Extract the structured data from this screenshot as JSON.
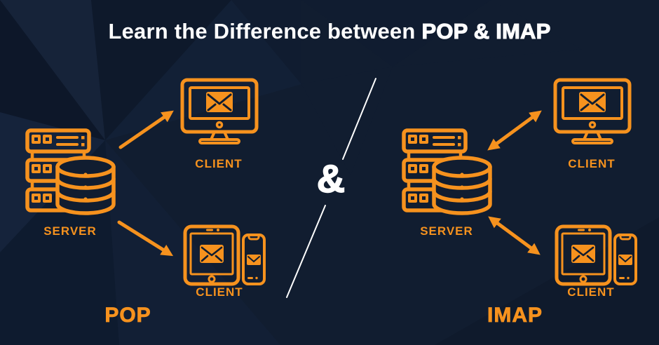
{
  "title": {
    "text_regular": "Learn the Difference between",
    "text_bold": "POP & IMAP"
  },
  "separator": {
    "ampersand": "&"
  },
  "colors": {
    "background": "#111d30",
    "accent_orange": "#f6921e",
    "title_white": "#ffffff"
  },
  "pop_section": {
    "protocol_label": "POP",
    "server_label": "SERVER",
    "client_monitor_label": "CLIENT",
    "client_mobile_label": "CLIENT",
    "arrow_style": "one-way from server to clients"
  },
  "imap_section": {
    "protocol_label": "IMAP",
    "server_label": "SERVER",
    "client_monitor_label": "CLIENT",
    "client_mobile_label": "CLIENT",
    "arrow_style": "two-way between server and clients"
  },
  "icons": {
    "server": "server-database-icon",
    "client_monitor": "desktop-monitor-email-icon",
    "client_tablet": "tablet-email-icon",
    "client_phone": "smartphone-email-icon",
    "arrow_one_way": "single-headed-arrow",
    "arrow_two_way": "double-headed-arrow"
  }
}
